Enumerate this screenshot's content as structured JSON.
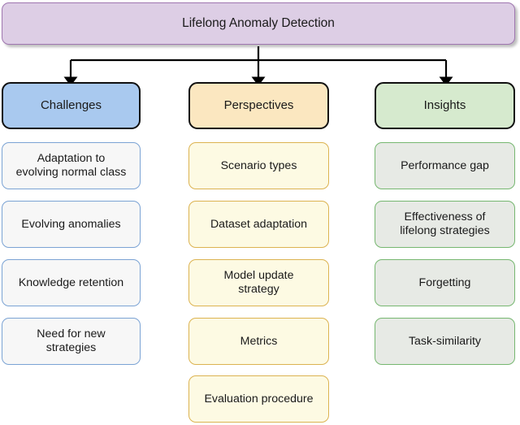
{
  "diagram": {
    "type": "tree-hierarchy",
    "title": "Lifelong Anomaly Detection",
    "root": {
      "label": "Lifelong Anomaly Detection",
      "fill": "#ddcee5",
      "border": "#9f76b0"
    },
    "columns": [
      {
        "header": "Challenges",
        "header_fill": "#a9c9ef",
        "leaf_fill": "#f7f7f7",
        "leaf_border": "#7ba3d4",
        "items": [
          "Adaptation to\nevolving normal class",
          "Evolving anomalies",
          "Knowledge retention",
          "Need for new\nstrategies"
        ]
      },
      {
        "header": "Perspectives",
        "header_fill": "#fbe7c0",
        "leaf_fill": "#fdfae3",
        "leaf_border": "#dcb351",
        "items": [
          "Scenario types",
          "Dataset adaptation",
          "Model update\nstrategy",
          "Metrics",
          "Evaluation procedure"
        ]
      },
      {
        "header": "Insights",
        "header_fill": "#d6eace",
        "leaf_fill": "#e7eae5",
        "leaf_border": "#76b770",
        "items": [
          "Performance gap",
          "Effectiveness of\nlifelong strategies",
          "Forgetting",
          "Task-similarity"
        ]
      }
    ],
    "connector": {
      "color": "#000000",
      "style": "orthogonal-bus-with-arrowheads"
    }
  }
}
